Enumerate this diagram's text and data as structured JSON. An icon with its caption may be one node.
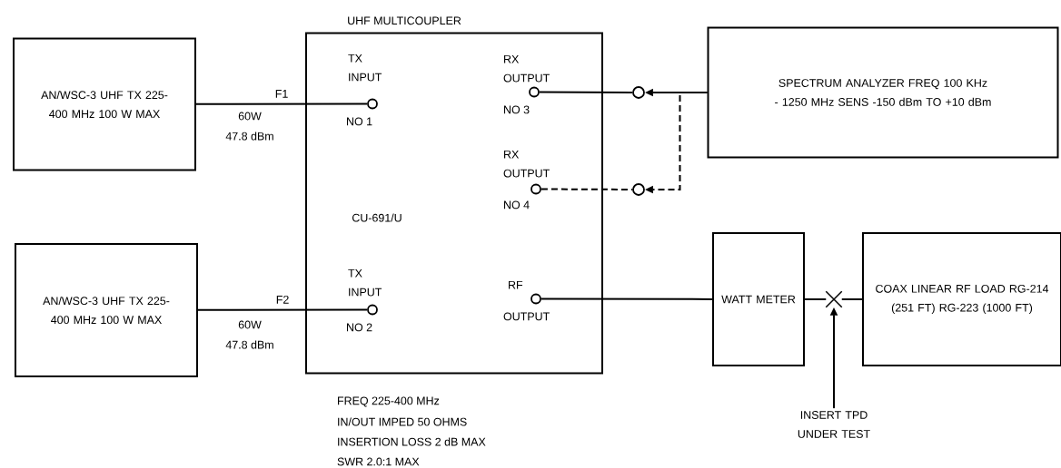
{
  "diagram": {
    "nodes": [
      {
        "text": [
          "AN/WSC-3 UHF TX 225-400 MHz 100 W MAX"
        ]
      },
      {
        "text": [
          "AN/WSC-3 UHF TX 225-400 MHz 100 W MAX"
        ]
      },
      {
        "text": [
          "UHF MULTICOUPLER",
          "CU-691/U"
        ]
      },
      {
        "text": [],
        "shape": "circle",
        "in": 2,
        "beside": [
          "TX INPUT",
          "NO 1"
        ]
      },
      {
        "text": [],
        "shape": "circle",
        "in": 2,
        "beside": [
          "RX OUTPUT",
          "NO 3"
        ]
      },
      {
        "text": [],
        "shape": "circle",
        "in": 2,
        "beside": [
          "RX OUTPUT",
          "NO 4"
        ]
      },
      {
        "text": [],
        "shape": "circle",
        "in": 2,
        "beside": [
          "TX INPUT",
          "NO 2"
        ]
      },
      {
        "text": [],
        "shape": "circle",
        "in": 2,
        "beside": [
          "RF",
          "OUTPUT"
        ]
      },
      {
        "text": [],
        "shape": "circle"
      },
      {
        "text": [],
        "shape": "circle"
      },
      {
        "text": [
          "SPECTRUM ANALYZER FREQ 100 KHz - 1250 MHz SENS -150 dBm TO +10 dBm"
        ]
      },
      {
        "text": [
          "WATT METER"
        ]
      },
      {
        "text": [],
        "shape": "cross"
      },
      {
        "text": [
          "COAX LINEAR RF LOAD RG-214 (251 FT) RG-223 (1000 FT)"
        ]
      },
      {
        "text": [
          "INSERT TPD UNDER TEST"
        ]
      }
    ],
    "edges": [
      {
        "from": 0,
        "to": 3,
        "arrow": "none",
        "label": "F1"
      },
      {
        "from": 1,
        "to": 6,
        "arrow": "none",
        "label": "F2"
      },
      {
        "from": 4,
        "to": 8,
        "arrow": "none"
      },
      {
        "from": 10,
        "to": 8,
        "arrow": "to"
      },
      {
        "from": 5,
        "to": 9,
        "arrow": "none",
        "style": "dashed"
      },
      {
        "from": 10,
        "to": 9,
        "arrow": "to",
        "style": "dashed"
      },
      {
        "from": 7,
        "to": 11,
        "arrow": "none"
      },
      {
        "from": 11,
        "to": 12,
        "arrow": "none"
      },
      {
        "from": 12,
        "to": 13,
        "arrow": "none"
      },
      {
        "from": 14,
        "to": 12,
        "arrow": "to"
      }
    ],
    "labels": [
      "60W",
      "47.8 dBm",
      "60W",
      "47.8 dBm",
      "FREQ 225-400 MHz",
      "IN/OUT IMPED 50 OHMS",
      "INSERTION LOSS 2 dB MAX",
      "SWR 2.0:1 MAX"
    ]
  }
}
